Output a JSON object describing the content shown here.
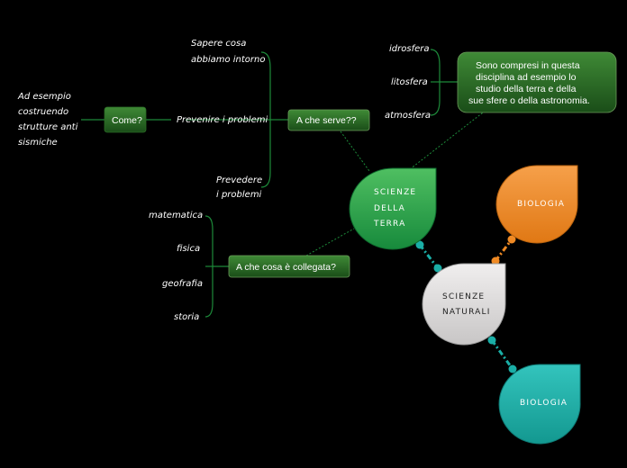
{
  "central": {
    "label_lines": [
      "SCIENZE",
      "NATURALI"
    ]
  },
  "scienze_terra": {
    "label_lines": [
      "SCIENZE",
      "DELLA",
      "TERRA"
    ]
  },
  "biologia_orange": {
    "label": "BIOLOGIA"
  },
  "biologia_teal": {
    "label": "BIOLOGIA"
  },
  "a_che_serve": {
    "label": "A che serve??",
    "branches": [
      "Sapere cosa abbiamo intorno",
      "Prevenire i problemi",
      "Prevedere i problemi"
    ],
    "branch_lines": {
      "sapere": [
        "Sapere cosa",
        "abbiamo intorno"
      ],
      "prevedere": [
        "Prevedere",
        "i problemi"
      ]
    }
  },
  "come": {
    "label": "Come?",
    "example_lines": [
      "Ad esempio",
      "costruendo",
      "strutture anti",
      "sismiche"
    ]
  },
  "collegata": {
    "label": "A che cosa è collegata?",
    "items": [
      "matematica",
      "fisica",
      "geofrafia",
      "storia"
    ]
  },
  "spheres": {
    "items": [
      "idrosfera",
      "litosfera",
      "atmosfera"
    ],
    "description_lines": [
      "Sono compresi in questa",
      "disciplina ad esempio lo",
      "studio della terra e della",
      "sue sfere o della astronomia."
    ]
  },
  "colors": {
    "green": "#1f9e4a",
    "dark_green": "#1e5a1e",
    "orange": "#f08a24",
    "teal": "#1aaea6",
    "grey": "#d8d6d6"
  }
}
